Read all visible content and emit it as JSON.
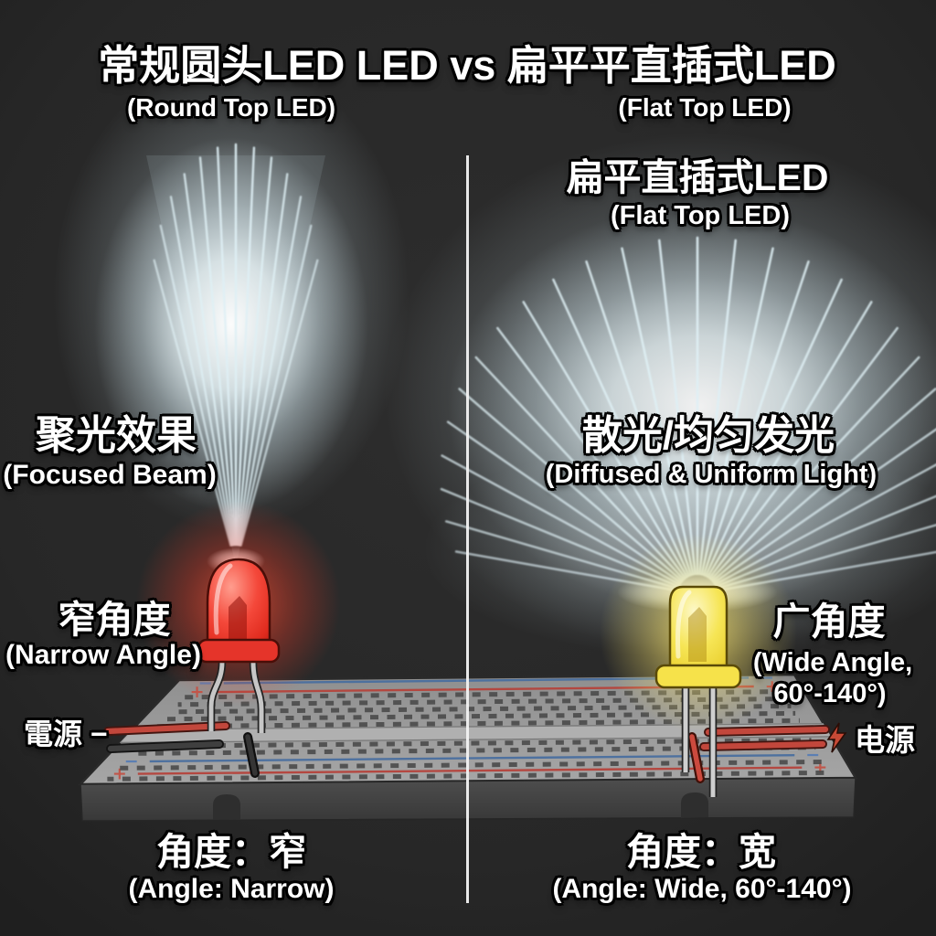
{
  "header": {
    "title": "常规圆头LED LED vs 扁平平直插式LED",
    "left_subtitle": "(Round Top LED)",
    "right_subtitle": "(Flat Top LED)"
  },
  "left": {
    "beam_label_cn": "聚光效果",
    "beam_label_en": "(Focused Beam)",
    "angle_cn": "窄角度",
    "angle_en": "(Narrow Angle)",
    "power_label": "電源 −",
    "bottom_cn": "角度：窄",
    "bottom_en": "(Angle: Narrow)",
    "led_color_name": "red"
  },
  "right": {
    "heading_cn": "扁平直插式LED",
    "heading_en": "(Flat Top LED)",
    "beam_label_cn": "散光/均匀发光",
    "beam_label_en": "(Diffused & Uniform Light)",
    "angle_cn": "广角度",
    "angle_en_1": "(Wide Angle,",
    "angle_en_2": "60°-140°)",
    "power_label": "电源",
    "bottom_cn": "角度：宽",
    "bottom_en": "(Angle: Wide, 60°-140°)",
    "led_color_name": "yellow"
  },
  "icons": {
    "lightning": "⚡"
  },
  "colors": {
    "background": "#272727",
    "beam": "#dff0f5",
    "divider": "#f2f2f2",
    "red_led": "#ee3425",
    "yellow_led": "#f2dd49",
    "wire_red": "#c2473c",
    "wire_black": "#3f3f3f",
    "board_top": "#9e9e9e",
    "board_face": "#454545",
    "rail_red": "#b5443c",
    "rail_blue": "#4a6f9f",
    "dash": "#4b4b4b",
    "text": "#ffffff"
  }
}
